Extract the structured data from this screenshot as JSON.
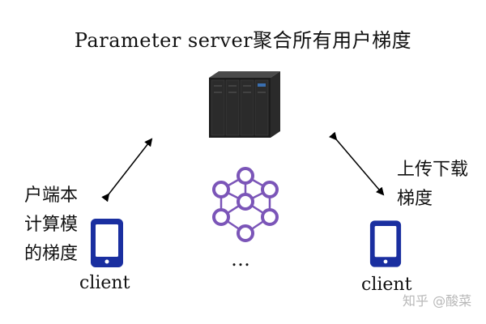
{
  "title": "Parameter server聚合所有用户梯度",
  "left_note": [
    "户端本",
    "计算模",
    "的梯度"
  ],
  "right_note": [
    "上传下载",
    "梯度"
  ],
  "clients": [
    "client",
    "client"
  ],
  "ellipsis": "…",
  "watermark": "知乎 @酸菜",
  "icons": {
    "server": "server-rack-icon",
    "client": "smartphone-icon",
    "model": "neural-network-icon",
    "arrow": "double-arrow-icon"
  },
  "colors": {
    "phone": "#1a2fa0",
    "network_node": "#7b55b8",
    "server": "#1e1e1e",
    "arrow": "#000000"
  }
}
